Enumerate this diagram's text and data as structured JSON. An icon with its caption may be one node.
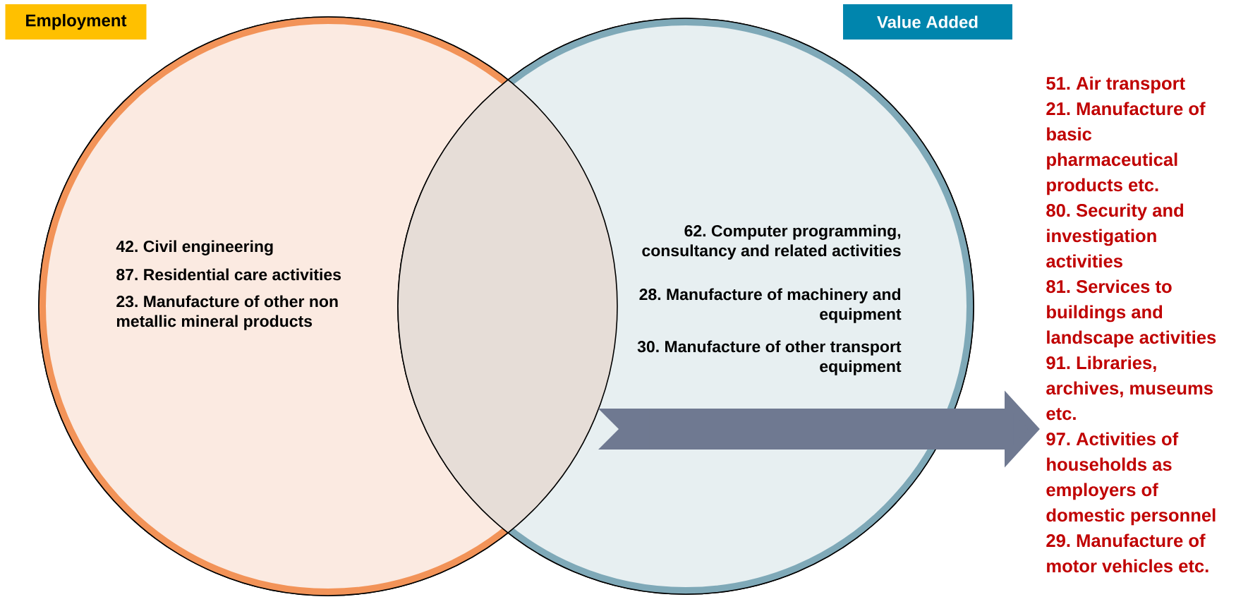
{
  "diagram": {
    "nodes": [
      {
        "text": [
          "Employment"
        ]
      },
      {
        "text": [
          "Value Added"
        ]
      },
      {
        "text": [
          "42. Civil engineering",
          "87. Residential care activities",
          "23. Manufacture of other non metallic mineral products"
        ]
      },
      {
        "text": [
          "62. Computer programming, consultancy and related activities",
          "28. Manufacture of machinery and equipment",
          "30. Manufacture of other transport equipment"
        ]
      },
      {
        "text": [
          "51. Air transport",
          "21. Manufacture of basic pharmaceutical products etc.",
          "80. Security and investigation activities",
          "81. Services to buildings and landscape activities",
          "91. Libraries, archives, museums etc.",
          "97. Activities of households as employers of domestic personnel",
          "29. Manufacture of motor vehicles etc."
        ]
      }
    ],
    "edges": [
      {
        "from": 3,
        "to": 4,
        "arrow": "to"
      }
    ]
  }
}
